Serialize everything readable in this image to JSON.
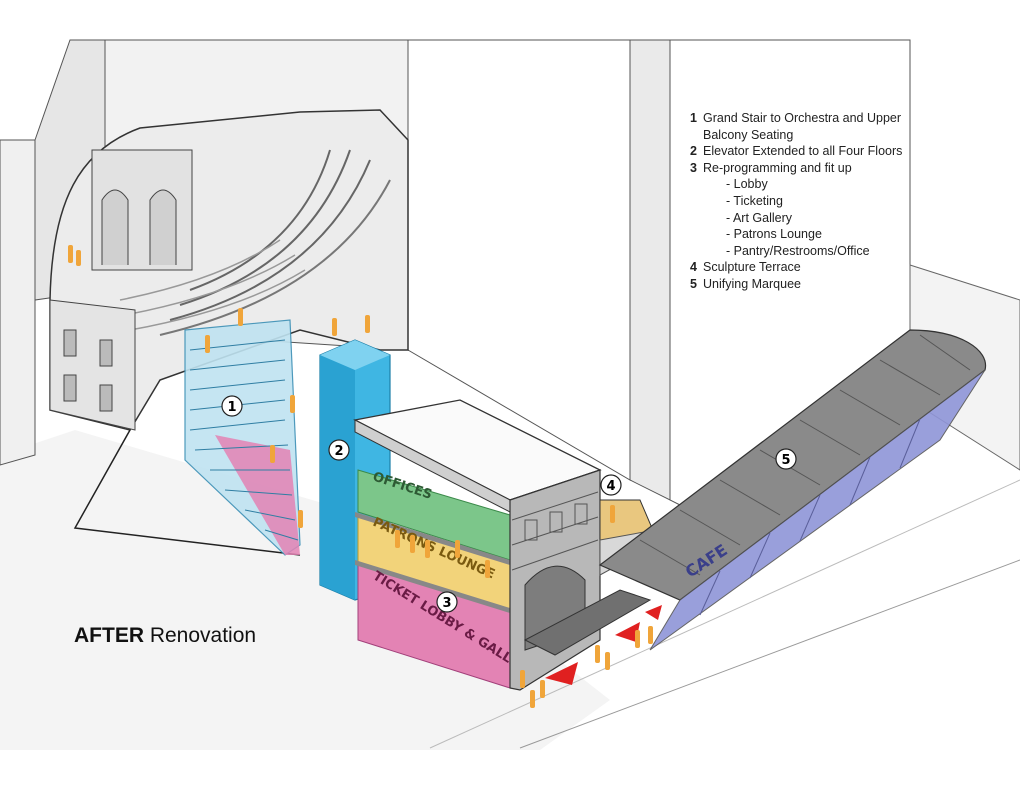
{
  "caption": {
    "bold": "AFTER",
    "rest": " Renovation"
  },
  "legend": {
    "items": [
      {
        "num": "1",
        "text": "Grand Stair to Orchestra and Upper",
        "cont": "Balcony Seating"
      },
      {
        "num": "2",
        "text": "Elevator Extended to all Four Floors"
      },
      {
        "num": "3",
        "text": "Re-programming and fit up"
      },
      {
        "num": "4",
        "text": "Sculpture Terrace"
      },
      {
        "num": "5",
        "text": "Unifying Marquee"
      }
    ],
    "subitems": [
      "- Lobby",
      "- Ticketing",
      "- Art Gallery",
      "- Patrons Lounge",
      "- Pantry/Restrooms/Office"
    ]
  },
  "markers": {
    "m1": "1",
    "m2": "2",
    "m3": "3",
    "m4": "4",
    "m5": "5"
  },
  "floor_labels": {
    "offices": "OFFICES",
    "lounge": "PATRONS LOUNGE",
    "lobby": "TICKET LOBBY & GALLERY",
    "cafe": "CAFE"
  },
  "colors": {
    "offices": "#7cc68a",
    "lounge": "#f2d37a",
    "lobby": "#e383b4",
    "elevator": "#3fb6e3",
    "stair": "#8cc8e0",
    "people": "#f0a53a",
    "marquee": "#8a8a8a",
    "glass": "#8f95d8",
    "arrow": "#e02020"
  }
}
